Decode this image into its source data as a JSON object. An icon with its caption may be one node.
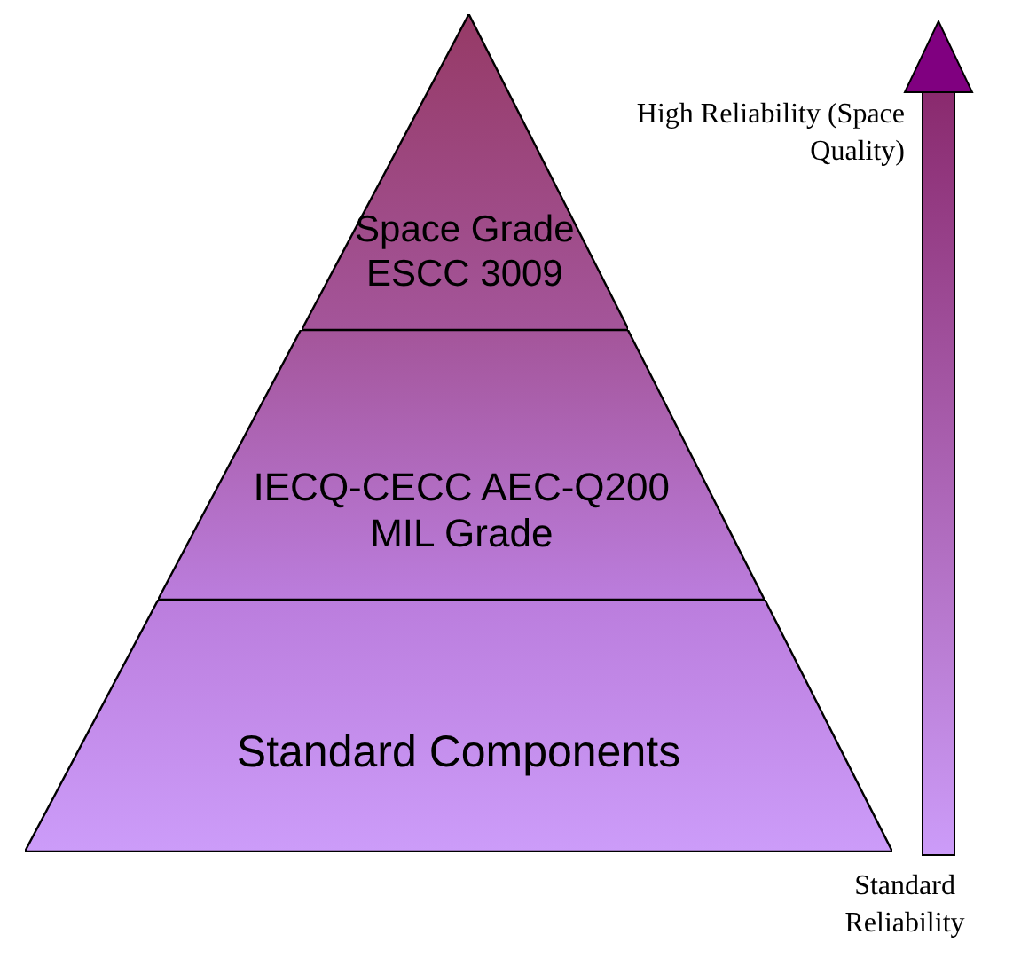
{
  "diagram": {
    "nodes": [
      {
        "text": [
          "Space Grade ESCC 3009"
        ]
      },
      {
        "text": [
          "IECQ-CECC AEC-Q200 MIL Grade"
        ]
      },
      {
        "text": [
          "Standard Components"
        ]
      }
    ],
    "labels": [
      "High Reliability (Space Quality)",
      "Standard Reliability"
    ]
  }
}
